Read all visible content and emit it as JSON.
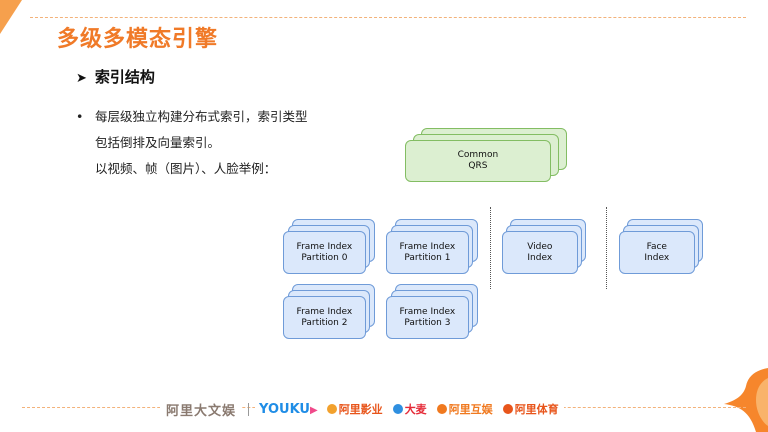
{
  "slide": {
    "title": "多级多模态引擎",
    "section": "索引结构",
    "bullet_lines": [
      "每层级独立构建分布式索引，索引类型",
      "包括倒排及向量索引。",
      "以视频、帧（图片）、人脸举例："
    ]
  },
  "diagram": {
    "nodes": [
      {
        "id": "common-qrs",
        "lines": [
          "Common",
          "QRS"
        ],
        "color": "#dcefd1",
        "border": "#83bd63"
      },
      {
        "id": "frame-index-partition-0",
        "lines": [
          "Frame Index",
          "Partition 0"
        ],
        "color": "#dbe8fb",
        "border": "#6f9bd8"
      },
      {
        "id": "frame-index-partition-1",
        "lines": [
          "Frame Index",
          "Partition 1"
        ],
        "color": "#dbe8fb",
        "border": "#6f9bd8"
      },
      {
        "id": "frame-index-partition-2",
        "lines": [
          "Frame Index",
          "Partition 2"
        ],
        "color": "#dbe8fb",
        "border": "#6f9bd8"
      },
      {
        "id": "frame-index-partition-3",
        "lines": [
          "Frame Index",
          "Partition 3"
        ],
        "color": "#dbe8fb",
        "border": "#6f9bd8"
      },
      {
        "id": "video-index",
        "lines": [
          "Video",
          "Index"
        ],
        "color": "#dbe8fb",
        "border": "#6f9bd8"
      },
      {
        "id": "face-index",
        "lines": [
          "Face",
          "Index"
        ],
        "color": "#dbe8fb",
        "border": "#6f9bd8"
      }
    ]
  },
  "footer": {
    "main_logo": "阿里大文娱",
    "logos": [
      "YOUKU",
      "阿里影业",
      "大麦",
      "阿里互娱",
      "阿里体育"
    ]
  },
  "colors": {
    "accent": "#f07a28",
    "corner": "#f6a04d"
  }
}
